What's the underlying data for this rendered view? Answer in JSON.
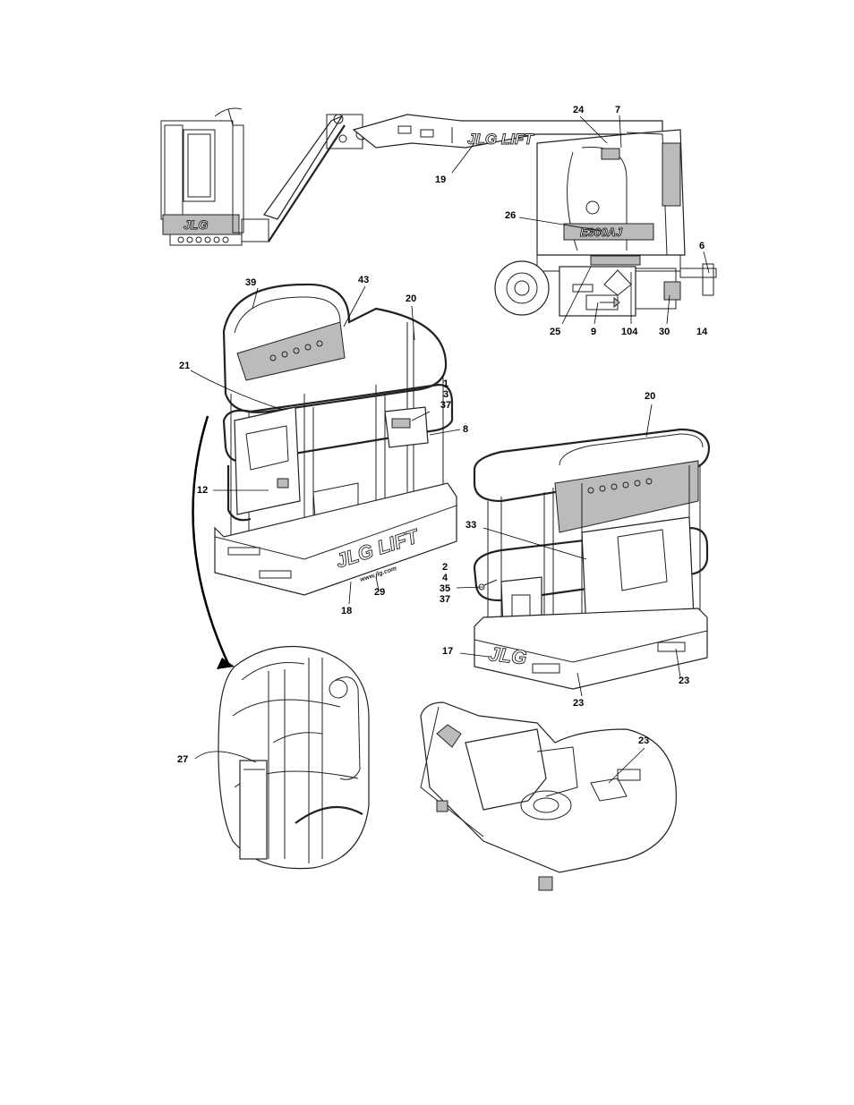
{
  "callouts": {
    "c24": "24",
    "c7": "7",
    "c19": "19",
    "c26": "26",
    "c6": "6",
    "c25": "25",
    "c9": "9",
    "c104": "104",
    "c30": "30",
    "c14": "14",
    "c39": "39",
    "c43": "43",
    "c20a": "20",
    "c21": "21",
    "c1_3_37": [
      "1",
      "3",
      "37"
    ],
    "c8": "8",
    "c12": "12",
    "c18": "18",
    "c29": "29",
    "c20b": "20",
    "c33": "33",
    "c2_4_35_37": [
      "2",
      "4",
      "35",
      "37"
    ],
    "c17": "17",
    "c23a": "23",
    "c23b": "23",
    "c23c": "23",
    "c27": "27"
  },
  "markings": {
    "boom_logo": "JLG LIFT",
    "model": "E300AJ",
    "platform_logo": "JLG LIFT",
    "platform_web": "www.jlg.com",
    "platform2_logo": "JLG",
    "base_logo": "JLG"
  }
}
